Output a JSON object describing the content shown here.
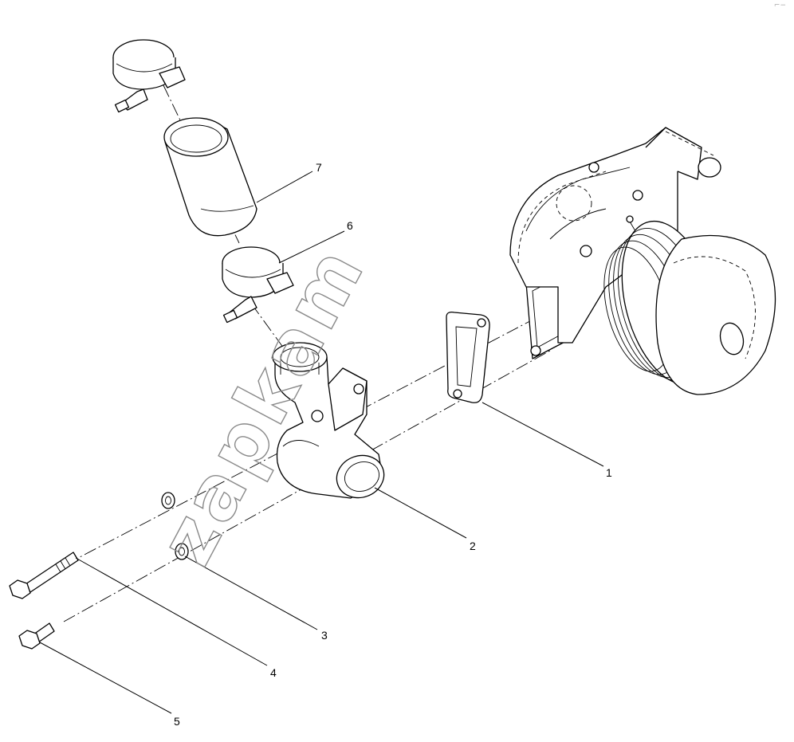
{
  "watermark": "zapkam",
  "corner_mark": "⌐−",
  "callouts": [
    {
      "id": "1",
      "label": "1"
    },
    {
      "id": "2",
      "label": "2"
    },
    {
      "id": "3",
      "label": "3"
    },
    {
      "id": "4",
      "label": "4"
    },
    {
      "id": "5",
      "label": "5"
    },
    {
      "id": "6",
      "label": "6"
    },
    {
      "id": "7",
      "label": "7"
    }
  ]
}
